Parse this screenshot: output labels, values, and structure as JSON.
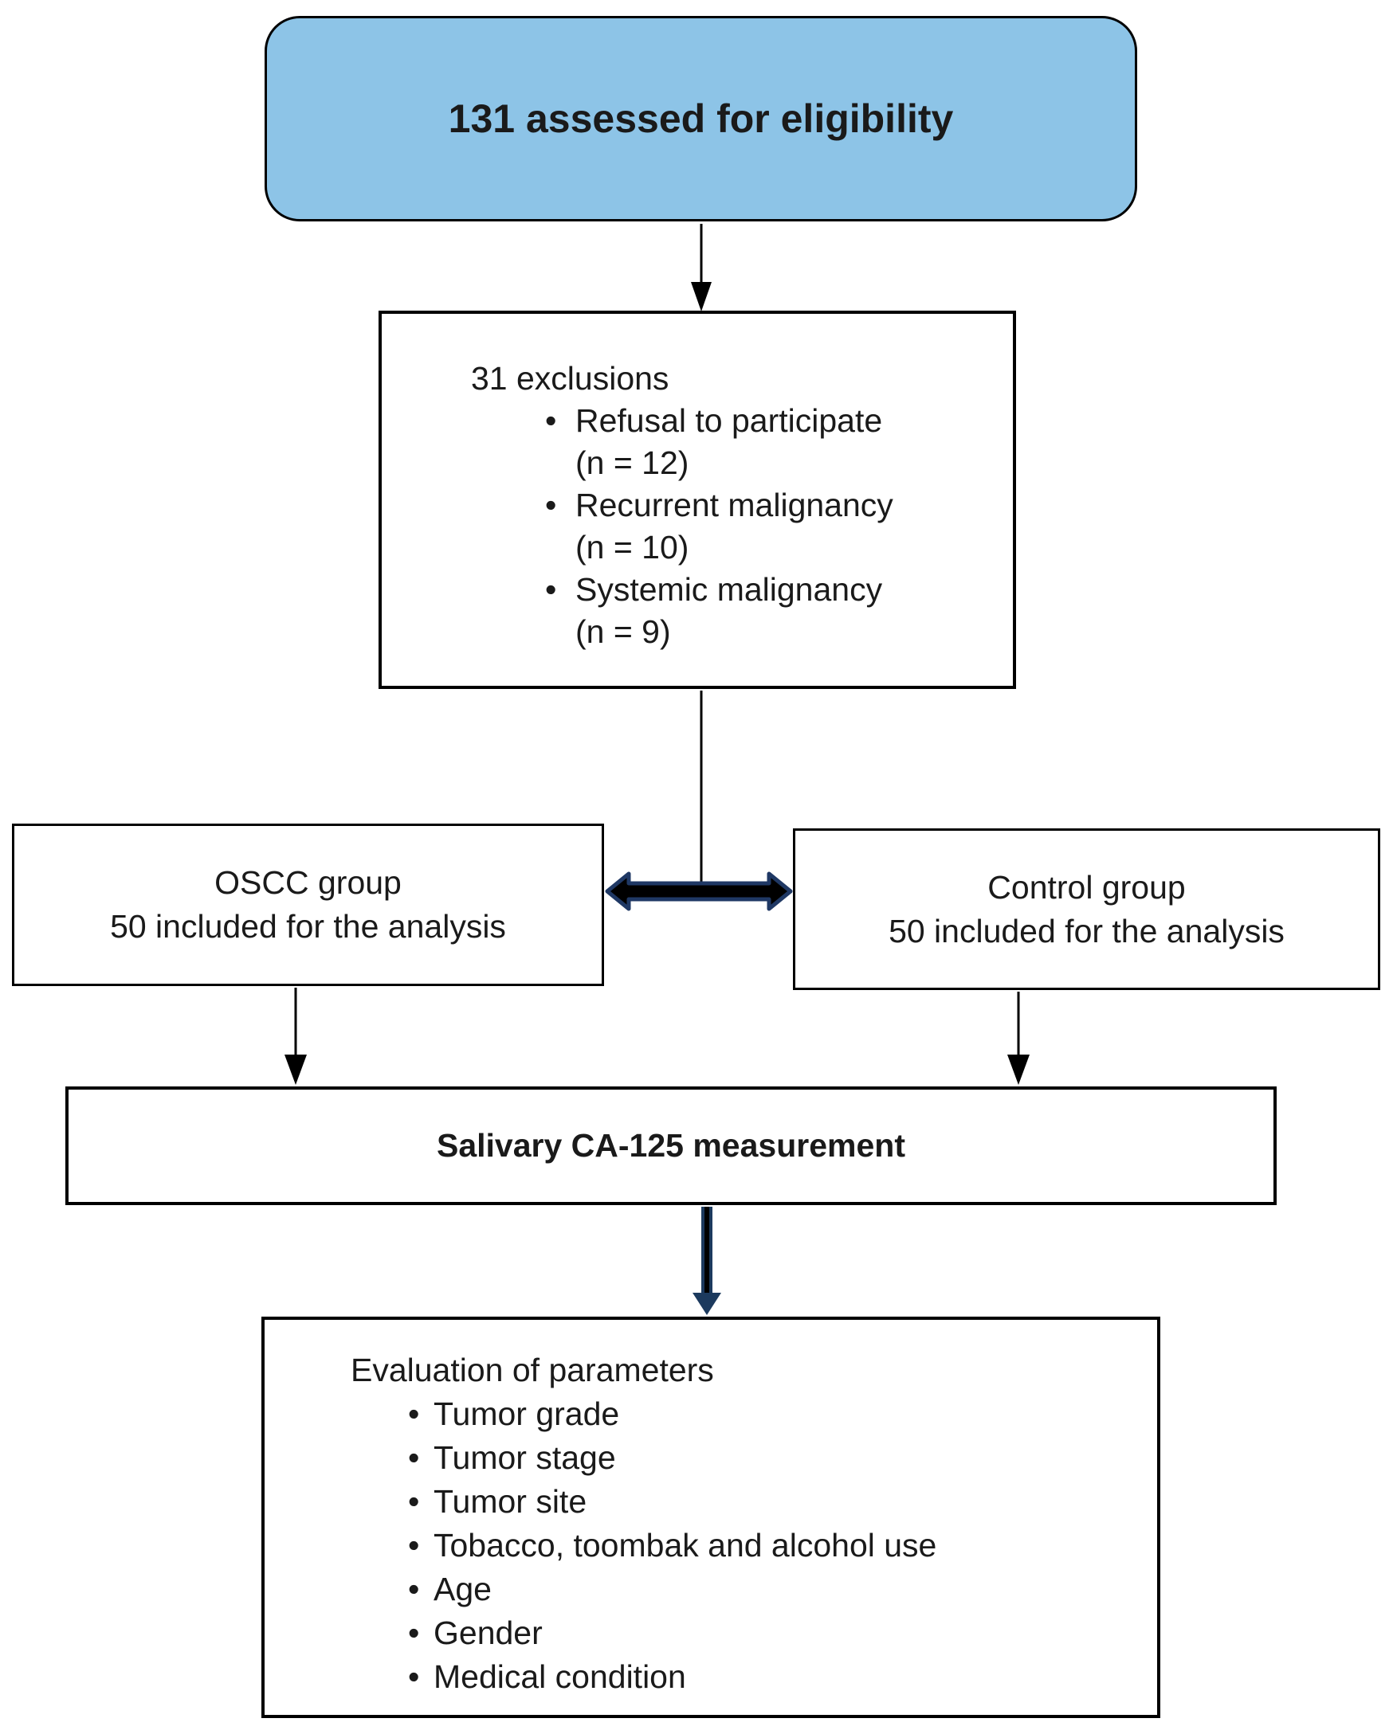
{
  "colors": {
    "eligibility_box_fill": "#8dc4e7",
    "box_border": "#000000",
    "thin_arrow": "#000000",
    "navy_arrow": "#1c3a5e",
    "double_arrow_fill": "#000000",
    "double_arrow_stroke": "#1f3864",
    "text": "#1a1a1a"
  },
  "flowchart": {
    "eligibility": {
      "label": "131 assessed for eligibility"
    },
    "exclusions": {
      "title": "31 exclusions",
      "items": [
        {
          "label": "Refusal to participate",
          "count": "(n = 12)"
        },
        {
          "label": "Recurrent malignancy",
          "count": "(n = 10)"
        },
        {
          "label": "Systemic malignancy",
          "count": "(n = 9)"
        }
      ]
    },
    "oscc_group": {
      "line1": "OSCC group",
      "line2": "50 included for the analysis"
    },
    "control_group": {
      "line1": "Control group",
      "line2": "50 included for the analysis"
    },
    "measurement": {
      "label": "Salivary CA-125 measurement"
    },
    "evaluation": {
      "title": "Evaluation of parameters",
      "items": [
        "Tumor grade",
        "Tumor stage",
        "Tumor site",
        "Tobacco, toombak and alcohol use",
        "Age",
        "Gender",
        "Medical condition"
      ]
    }
  }
}
